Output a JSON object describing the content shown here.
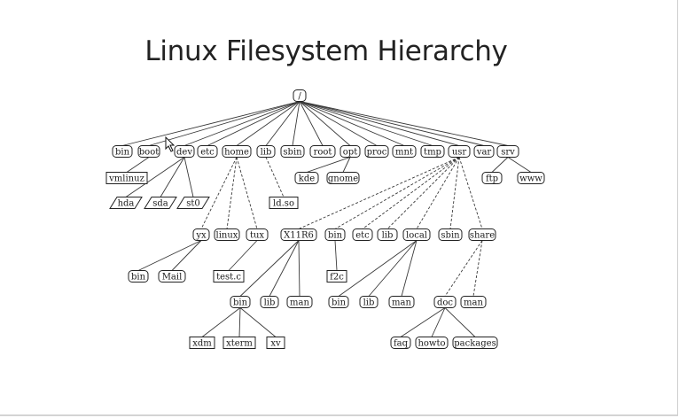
{
  "title": "Linux Filesystem Hierarchy",
  "tree": {
    "root": "/",
    "level1": [
      "bin",
      "boot",
      "dev",
      "etc",
      "home",
      "lib",
      "sbin",
      "root",
      "opt",
      "proc",
      "mnt",
      "tmp",
      "usr",
      "var",
      "srv"
    ],
    "boot_children": [
      "vmlinuz"
    ],
    "dev_children": [
      "hda",
      "sda",
      "st0"
    ],
    "home_children": [
      "yx",
      "linux",
      "tux"
    ],
    "yx_children": [
      "bin",
      "Mail"
    ],
    "tux_children": [
      "test.c"
    ],
    "lib_children": [
      "ld.so"
    ],
    "opt_children": [
      "kde",
      "gnome"
    ],
    "srv_children": [
      "ftp",
      "www"
    ],
    "usr_children": [
      "X11R6",
      "bin",
      "etc",
      "lib",
      "local",
      "sbin",
      "share"
    ],
    "x11r6_children": [
      "bin",
      "lib",
      "man"
    ],
    "usr_bin_children": [
      "f2c"
    ],
    "local_children": [
      "bin",
      "lib",
      "man"
    ],
    "share_children": [
      "doc",
      "man"
    ],
    "x11_bin_children": [
      "xdm",
      "xterm",
      "xv"
    ],
    "doc_children": [
      "faq",
      "howto",
      "packages"
    ]
  }
}
